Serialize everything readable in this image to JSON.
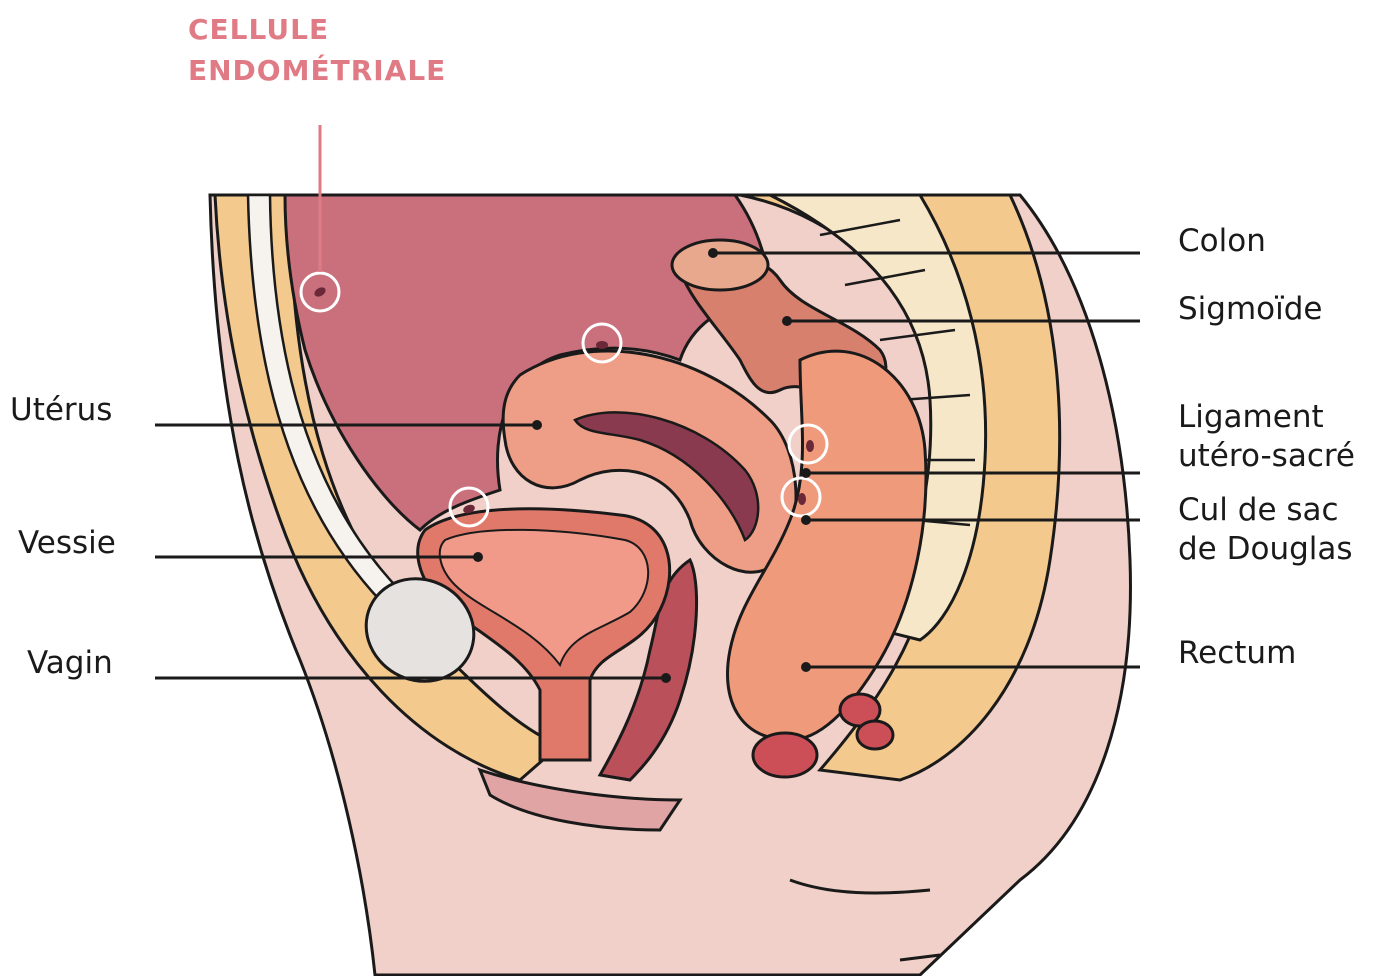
{
  "title": {
    "line1": "CELLULE",
    "line2": "ENDOMÉTRIALE"
  },
  "labels": {
    "uterus": "Utérus",
    "vessie": "Vessie",
    "vagin": "Vagin",
    "colon": "Colon",
    "sigmoide": "Sigmoïde",
    "ligament_line1": "Ligament",
    "ligament_line2": "utéro-sacré",
    "cul_de_sac_line1": "Cul de sac",
    "cul_de_sac_line2": "de Douglas",
    "rectum": "Rectum"
  },
  "colors": {
    "accent": "#e07b86",
    "skin": "#f0d0c8",
    "fat": "#f3c98e",
    "cavity": "#c9707c",
    "organ": "#ee9d86",
    "muscle": "#b9505a",
    "line": "#1a1a1a"
  }
}
